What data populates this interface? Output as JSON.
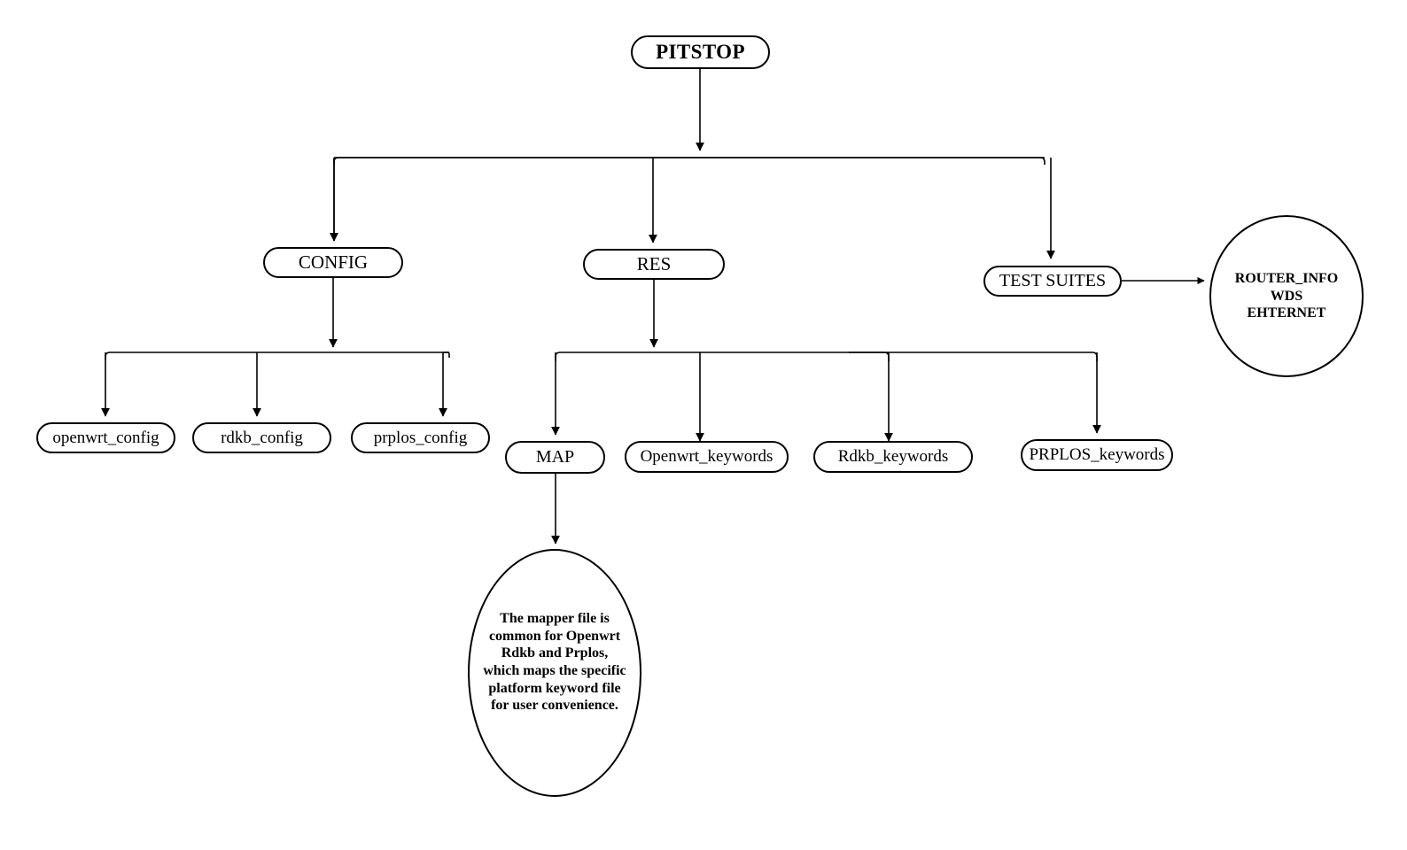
{
  "diagram": {
    "title": "PITSTOP project structure tree",
    "background_color": "#ffffff",
    "stroke_color": "#000000"
  },
  "nodes": {
    "root": {
      "label": "PITSTOP",
      "shape": "capsule",
      "bold": true
    },
    "config": {
      "label": "CONFIG",
      "shape": "capsule",
      "bold": false
    },
    "res": {
      "label": "RES",
      "shape": "capsule",
      "bold": false
    },
    "test_suites": {
      "label": "TEST SUITES",
      "shape": "capsule",
      "bold": false
    },
    "router_info": {
      "label": "ROUTER_INFO\nWDS\nEHTERNET",
      "lines": [
        "ROUTER_INFO",
        "WDS",
        "EHTERNET"
      ],
      "shape": "ellipse",
      "bold": true
    },
    "openwrt_config": {
      "label": "openwrt_config",
      "shape": "capsule",
      "bold": false
    },
    "rdkb_config": {
      "label": "rdkb_config",
      "shape": "capsule",
      "bold": false
    },
    "prplos_config": {
      "label": "prplos_config",
      "shape": "capsule",
      "bold": false
    },
    "map": {
      "label": "MAP",
      "shape": "capsule",
      "bold": false
    },
    "openwrt_keywords": {
      "label": "Openwrt_keywords",
      "shape": "capsule",
      "bold": false
    },
    "rdkb_keywords": {
      "label": "Rdkb_keywords",
      "shape": "capsule",
      "bold": false
    },
    "prplos_keywords": {
      "label": "PRPLOS_keywords",
      "shape": "capsule",
      "bold": false
    },
    "mapper_note": {
      "label": "The mapper file is common for Openwrt Rdkb and Prplos, which maps the specific platform keyword file for user convenience.",
      "lines": [
        "The mapper file is",
        "common for Openwrt",
        "Rdkb and Prplos,",
        "which maps the specific",
        "platform keyword file",
        "for user convenience."
      ],
      "shape": "ellipse",
      "bold": true
    }
  },
  "edges": [
    {
      "from": "root",
      "to": "config"
    },
    {
      "from": "root",
      "to": "res"
    },
    {
      "from": "root",
      "to": "test_suites"
    },
    {
      "from": "test_suites",
      "to": "router_info"
    },
    {
      "from": "config",
      "to": "openwrt_config"
    },
    {
      "from": "config",
      "to": "rdkb_config"
    },
    {
      "from": "config",
      "to": "prplos_config"
    },
    {
      "from": "res",
      "to": "map"
    },
    {
      "from": "res",
      "to": "openwrt_keywords"
    },
    {
      "from": "res",
      "to": "rdkb_keywords"
    },
    {
      "from": "res",
      "to": "prplos_keywords"
    },
    {
      "from": "map",
      "to": "mapper_note"
    }
  ]
}
